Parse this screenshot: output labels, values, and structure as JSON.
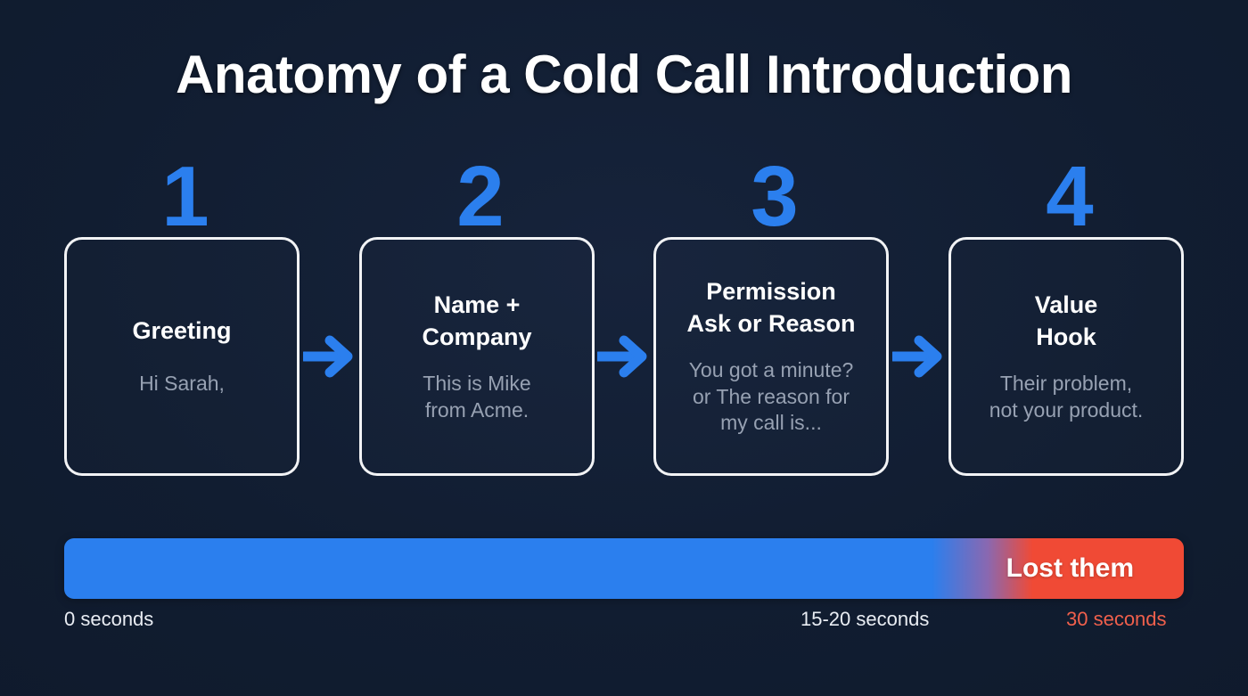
{
  "slide": {
    "title": "Anatomy of a Cold Call Introduction",
    "background_color": "#121E33",
    "accent_blue": "#2B7FEE",
    "accent_red": "#F04A35",
    "muted_text_color": "#97A1B2"
  },
  "steps": [
    {
      "number": "1",
      "title": "Greeting",
      "example": "Hi Sarah,"
    },
    {
      "number": "2",
      "title": "Name +\nCompany",
      "example": "This is Mike\nfrom Acme."
    },
    {
      "number": "3",
      "title": "Permission\nAsk or Reason",
      "example": "You got a minute?\nor The reason for\nmy call is..."
    },
    {
      "number": "4",
      "title": "Value\nHook",
      "example": "Their problem,\nnot your product."
    }
  ],
  "arrows": [
    {
      "name": "arrow-step-1-to-2"
    },
    {
      "name": "arrow-step-2-to-3"
    },
    {
      "name": "arrow-step-3-to-4"
    }
  ],
  "timeline": {
    "lost_label": "Lost them",
    "start_label": "0 seconds",
    "middle_label": "15-20 seconds",
    "end_label": "30 seconds",
    "bar_start_color": "#2B7FEE",
    "bar_end_color": "#F04A35"
  }
}
